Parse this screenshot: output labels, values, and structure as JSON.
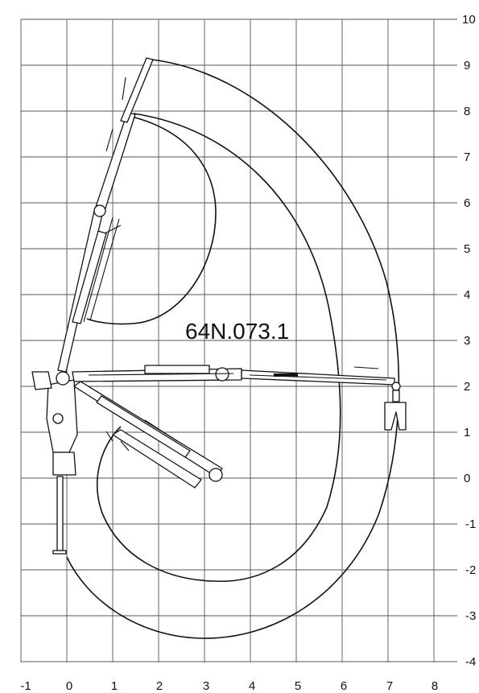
{
  "diagram": {
    "model_label": "64N.073.1",
    "x_tick_labels": [
      "-1",
      "0",
      "1",
      "2",
      "3",
      "4",
      "5",
      "6",
      "7",
      "8"
    ],
    "y_tick_labels": [
      "10",
      "9",
      "8",
      "7",
      "6",
      "5",
      "4",
      "3",
      "2",
      "1",
      "0",
      "-1",
      "-2",
      "-3",
      "-4"
    ]
  }
}
